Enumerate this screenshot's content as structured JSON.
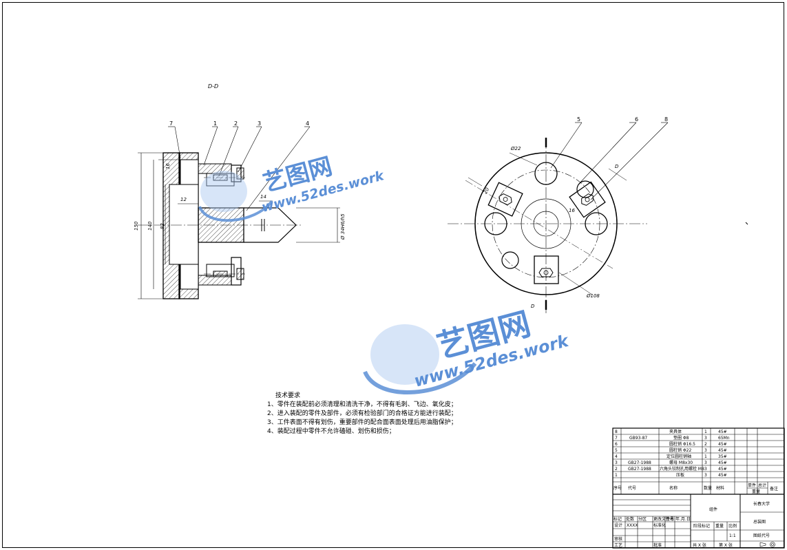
{
  "drawing": {
    "section_label": "D-D",
    "balloons": [
      "7",
      "1",
      "2",
      "3",
      "4",
      "5",
      "6",
      "8"
    ],
    "dims": {
      "d150": "150",
      "d140": "140",
      "d82": "82",
      "d16": "16",
      "d12": "12",
      "d14": "14",
      "fit": "Ø 34H6/h5",
      "d22": "Ø22",
      "d108": "Ø108",
      "d16b": "16",
      "d20": "20",
      "sect_d1": "D",
      "sect_d2": "D"
    }
  },
  "notes": {
    "title": "技术要求",
    "lines": [
      "1、零件在装配前必须清理和清洗干净，不得有毛刺、飞边、氧化皮；",
      "2、进入装配的零件及部件，必须有检验部门的合格证方能进行装配；",
      "3、工件表面不得有划伤，重要部件的配合面表面处理后用油脂保护；",
      "4、装配过程中零件不允许磕碰、划伤和损伤；"
    ]
  },
  "bom": {
    "rows": [
      {
        "no": "8",
        "code": "",
        "name": "夹具体",
        "qty": "1",
        "mat": "45#"
      },
      {
        "no": "7",
        "code": "GB93-87",
        "name": "垫圈 Φ8",
        "qty": "3",
        "mat": "65Mn"
      },
      {
        "no": "6",
        "code": "",
        "name": "圆柱销 Φ16.5",
        "qty": "2",
        "mat": "45#"
      },
      {
        "no": "5",
        "code": "",
        "name": "圆柱销 Φ22",
        "qty": "3",
        "mat": "45#"
      },
      {
        "no": "4",
        "code": "",
        "name": "定位圆柱销轴",
        "qty": "1",
        "mat": "35#"
      },
      {
        "no": "3",
        "code": "GB27-1988",
        "name": "螺母 M8x30",
        "qty": "3",
        "mat": "45#"
      },
      {
        "no": "2",
        "code": "GB27-1988",
        "name": "六角头铰制孔用螺栓 M8",
        "qty": "3",
        "mat": "45#"
      },
      {
        "no": "1",
        "code": "",
        "name": "压板",
        "qty": "3",
        "mat": "45#"
      }
    ],
    "header": {
      "no": "序号",
      "code": "代号",
      "name": "名称",
      "qty": "数量",
      "mat": "材料",
      "single": "单件",
      "total": "总计",
      "weight": "重量",
      "remark": "备注"
    }
  },
  "titleblock": {
    "school": "长春大学",
    "group": "组件",
    "drawing_name": "总装图",
    "drawing_code": "图纸代号",
    "mark_label": "标记",
    "qty_label": "处数",
    "zone_label": "分区",
    "change_label": "更改文件号",
    "sign_label": "签名",
    "date_label": "年.月.日",
    "design_label": "设计",
    "design_val": "XXXX",
    "std_label": "标准化",
    "check_label": "审核",
    "process_label": "工艺",
    "approve_label": "批准",
    "stage_label": "阶段标记",
    "weight_label": "重量",
    "scale_label": "比例",
    "scale_val": "1:1",
    "sheets_label": "共 X 张",
    "sheet_label": "第 X 张"
  },
  "watermark": {
    "brand": "艺图网",
    "url": "www.52des.work"
  }
}
